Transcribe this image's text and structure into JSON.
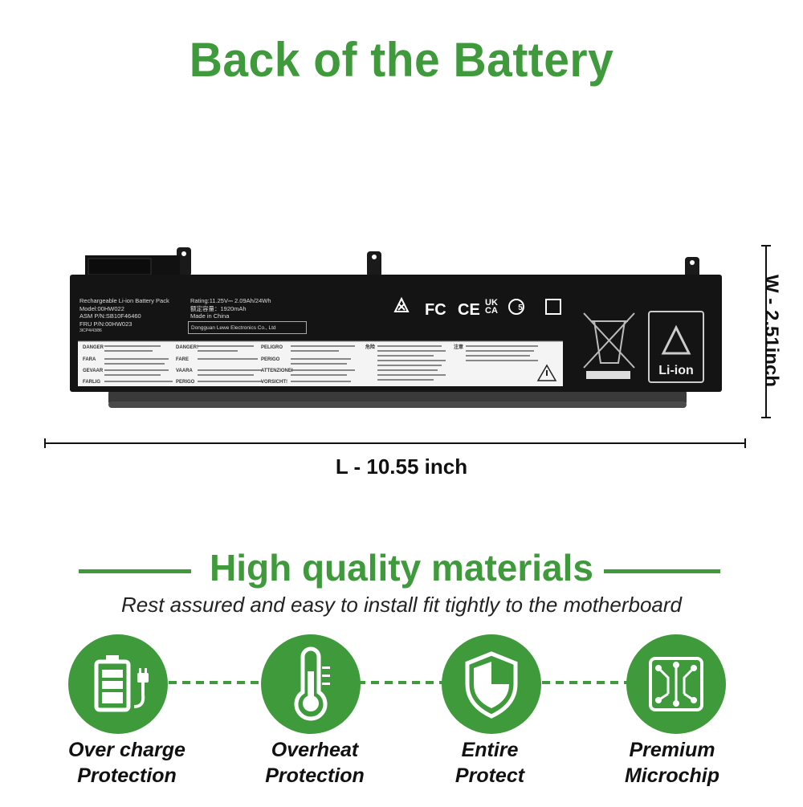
{
  "title": "Back of the Battery",
  "battery_label": {
    "pack": "Rechargeable Li-ion Battery Pack",
    "model": "Model:00HW022",
    "asm": "ASM P/N:SB10F46460",
    "fru": "FRU P/N:00HW023",
    "cells": "3ICP4/43/86",
    "rating": "Rating:11.25V⎓ 2.09Ah/24Wh",
    "rating_cn": "额定容量：1920mAh",
    "made_in": "Made in China",
    "manufacturer": "Dongguan Lewe Electronics Co., Ltd",
    "recycle_text": "Li-ion",
    "ukca": "UK CA"
  },
  "dimensions": {
    "width": "W - 2.51inch",
    "length": "L - 10.55 inch"
  },
  "section_title": "High quality materials",
  "subtitle": "Rest assured and easy to install fit tightly to the motherboard",
  "features": [
    {
      "icon": "battery-charge-icon",
      "line1": "Over charge",
      "line2": "Protection"
    },
    {
      "icon": "thermometer-icon",
      "line1": "Overheat",
      "line2": "Protection"
    },
    {
      "icon": "shield-icon",
      "line1": "Entire",
      "line2": "Protect"
    },
    {
      "icon": "microchip-icon",
      "line1": "Premium",
      "line2": "Microchip"
    }
  ],
  "colors": {
    "accent": "#3f9a3c",
    "battery": "#141414",
    "text": "#111111"
  }
}
